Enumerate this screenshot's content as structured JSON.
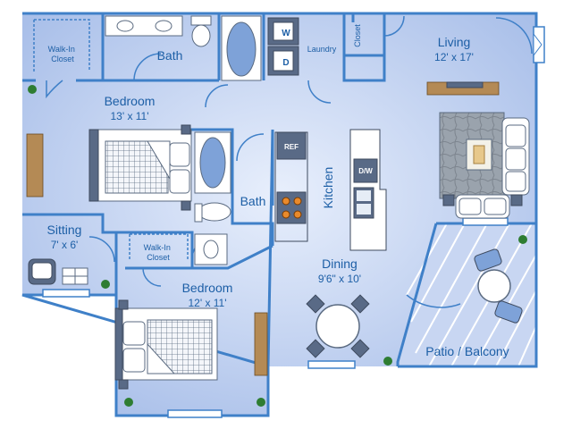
{
  "rooms": {
    "walkin_closet_top": {
      "name": "Walk-In Closet"
    },
    "bath_top": {
      "name": "Bath"
    },
    "laundry": {
      "name": "Laundry"
    },
    "closet": {
      "name": "Closet"
    },
    "living": {
      "name": "Living",
      "dims": "12' x 17'"
    },
    "bedroom_top": {
      "name": "Bedroom",
      "dims": "13' x 11'"
    },
    "kitchen": {
      "name": "Kitchen"
    },
    "bath_mid": {
      "name": "Bath"
    },
    "sitting": {
      "name": "Sitting",
      "dims": "7' x 6'"
    },
    "walkin_closet_mid": {
      "name": "Walk-In Closet"
    },
    "dining": {
      "name": "Dining",
      "dims": "9'6\" x 10'"
    },
    "bedroom_bottom": {
      "name": "Bedroom",
      "dims": "12' x 11'"
    },
    "patio": {
      "name": "Patio / Balcony"
    }
  },
  "appliances": {
    "washer": "W",
    "dryer": "D",
    "refrigerator": "REF",
    "dishwasher": "D/W"
  },
  "colors": {
    "floor": "#b7c9ef",
    "wall": "#3f80c8",
    "label": "#1d5fa6",
    "plant": "#2e7d32"
  }
}
